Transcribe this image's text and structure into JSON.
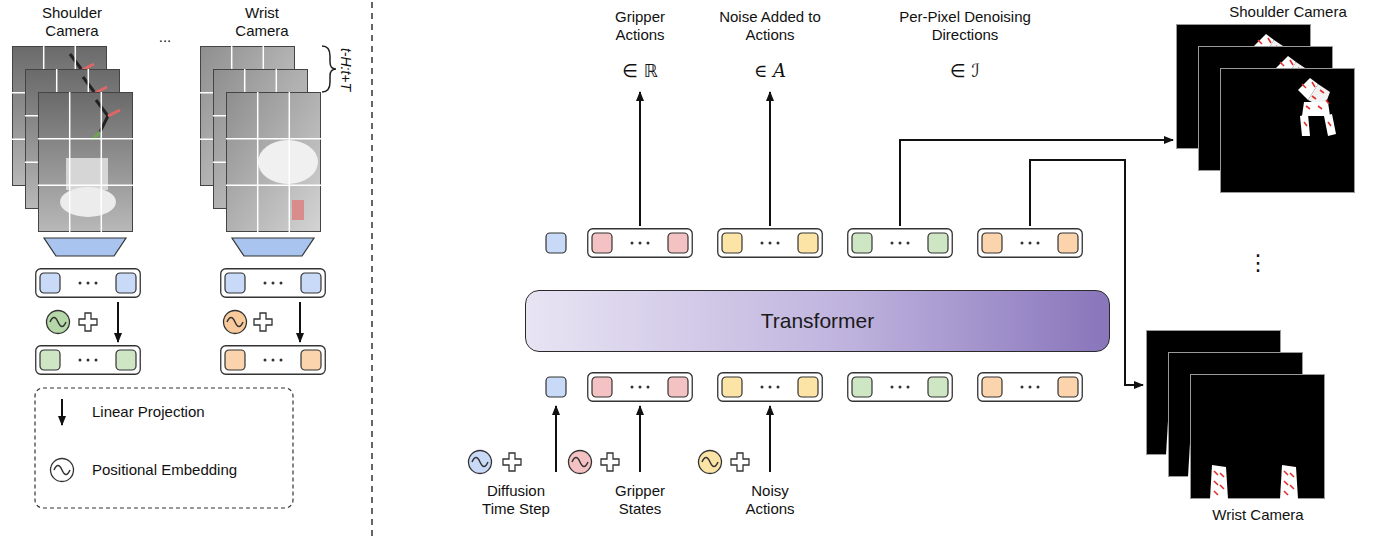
{
  "diagram": {
    "nodes": [
      {
        "text": [
          "Shoulder Camera"
        ]
      },
      {
        "text": [
          "Wrist Camera"
        ]
      },
      {
        "text": [
          "Transformer"
        ]
      },
      {
        "text": [
          "Shoulder Camera"
        ]
      },
      {
        "text": [
          "Wrist Camera"
        ]
      }
    ],
    "labels": [
      "...",
      "t-H:t+T",
      "Gripper Actions",
      "∈ ℝ",
      "Noise Added to Actions",
      "∈ A",
      "Per-Pixel Denoising Directions",
      "∈ ℐ",
      "Diffusion Time Step",
      "Gripper States",
      "Noisy Actions",
      "⋮"
    ],
    "legend": [
      {
        "text": "Linear Projection"
      },
      {
        "text": "Positional Embedding"
      }
    ]
  }
}
